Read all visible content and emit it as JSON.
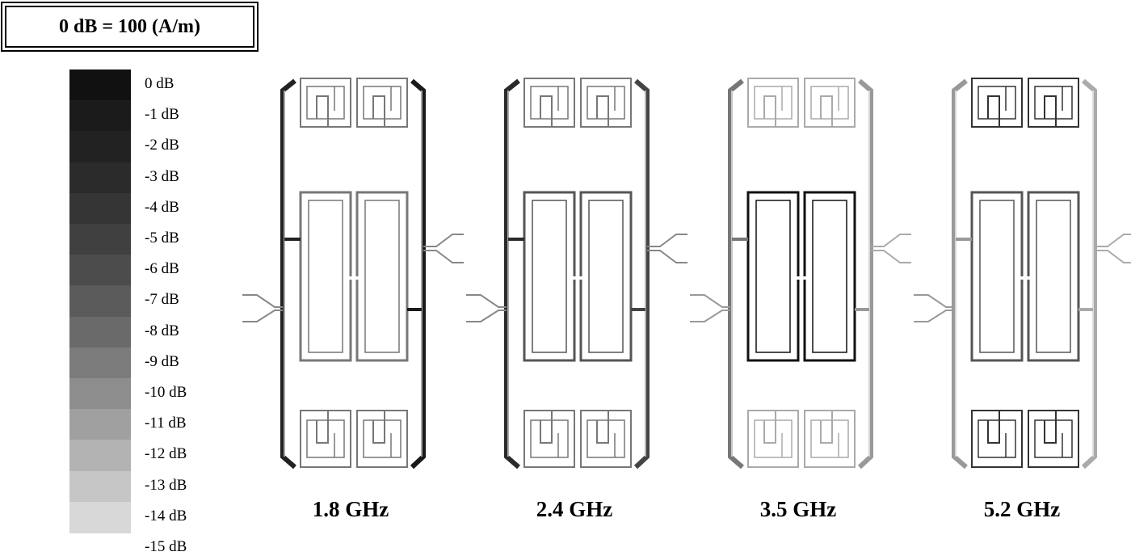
{
  "reference_label": "0 dB = 100 (A/m)",
  "scale": {
    "ticks": [
      "0 dB",
      "-1 dB",
      "-2 dB",
      "-3 dB",
      "-4 dB",
      "-5 dB",
      "-6 dB",
      "-7 dB",
      "-8 dB",
      "-9 dB",
      "-10 dB",
      "-11 dB",
      "-12 dB",
      "-13 dB",
      "-14 dB",
      "-15 dB"
    ],
    "colors": [
      "#111111",
      "#1b1b1b",
      "#222222",
      "#2b2b2b",
      "#353535",
      "#404040",
      "#4c4c4c",
      "#5b5b5b",
      "#6a6a6a",
      "#7b7b7b",
      "#8d8d8d",
      "#a0a0a0",
      "#b3b3b3",
      "#c6c6c6",
      "#d8d8d8"
    ]
  },
  "panels": [
    {
      "label": "1.8 GHz"
    },
    {
      "label": "2.4 GHz"
    },
    {
      "label": "3.5 GHz"
    },
    {
      "label": "5.2 GHz"
    }
  ]
}
